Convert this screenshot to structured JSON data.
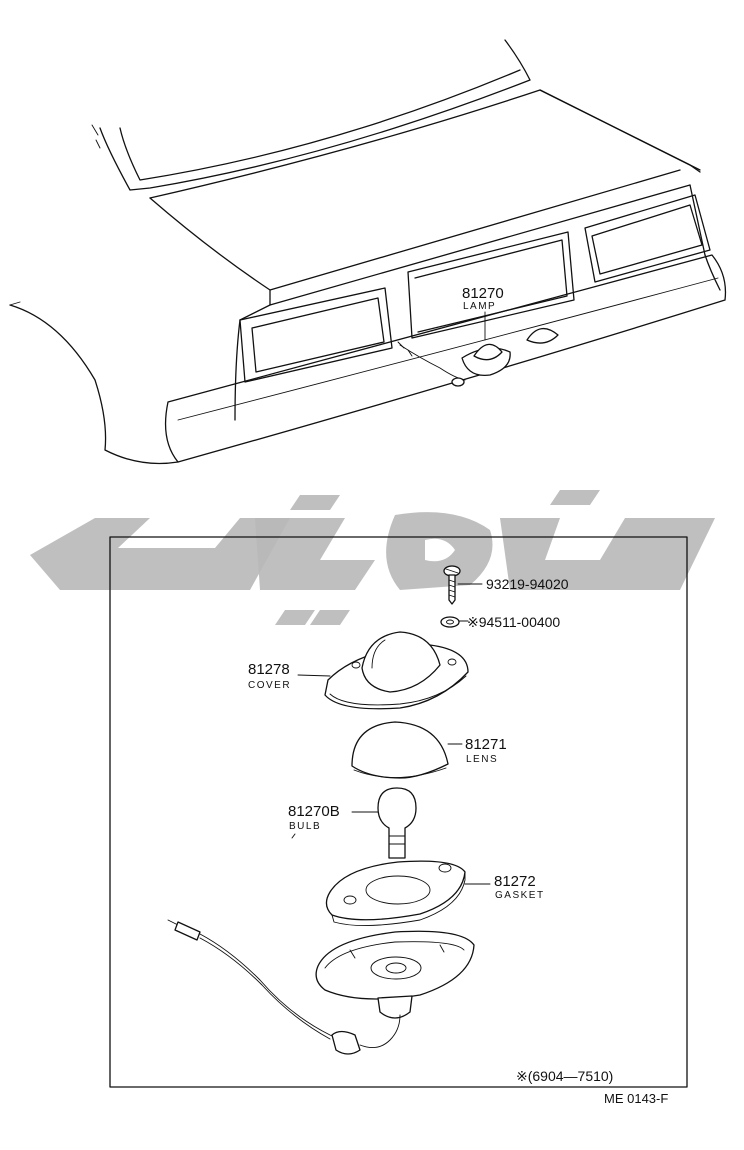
{
  "lamp": {
    "number": "81270",
    "name": "LAMP"
  },
  "screw": {
    "number": "93219-94020"
  },
  "washer": {
    "number": "※94511-00400"
  },
  "cover": {
    "number": "81278",
    "name": "COVER"
  },
  "lens": {
    "number": "81271",
    "name": "LENS"
  },
  "bulb": {
    "number": "81270B",
    "name": "BULB"
  },
  "gasket": {
    "number": "81272",
    "name": "GASKET"
  },
  "footnote": "※(6904—7510)",
  "reference": "ME 0143-F",
  "colors": {
    "line": "#111111",
    "watermark": "#b8b8b8",
    "background": "#ffffff"
  }
}
